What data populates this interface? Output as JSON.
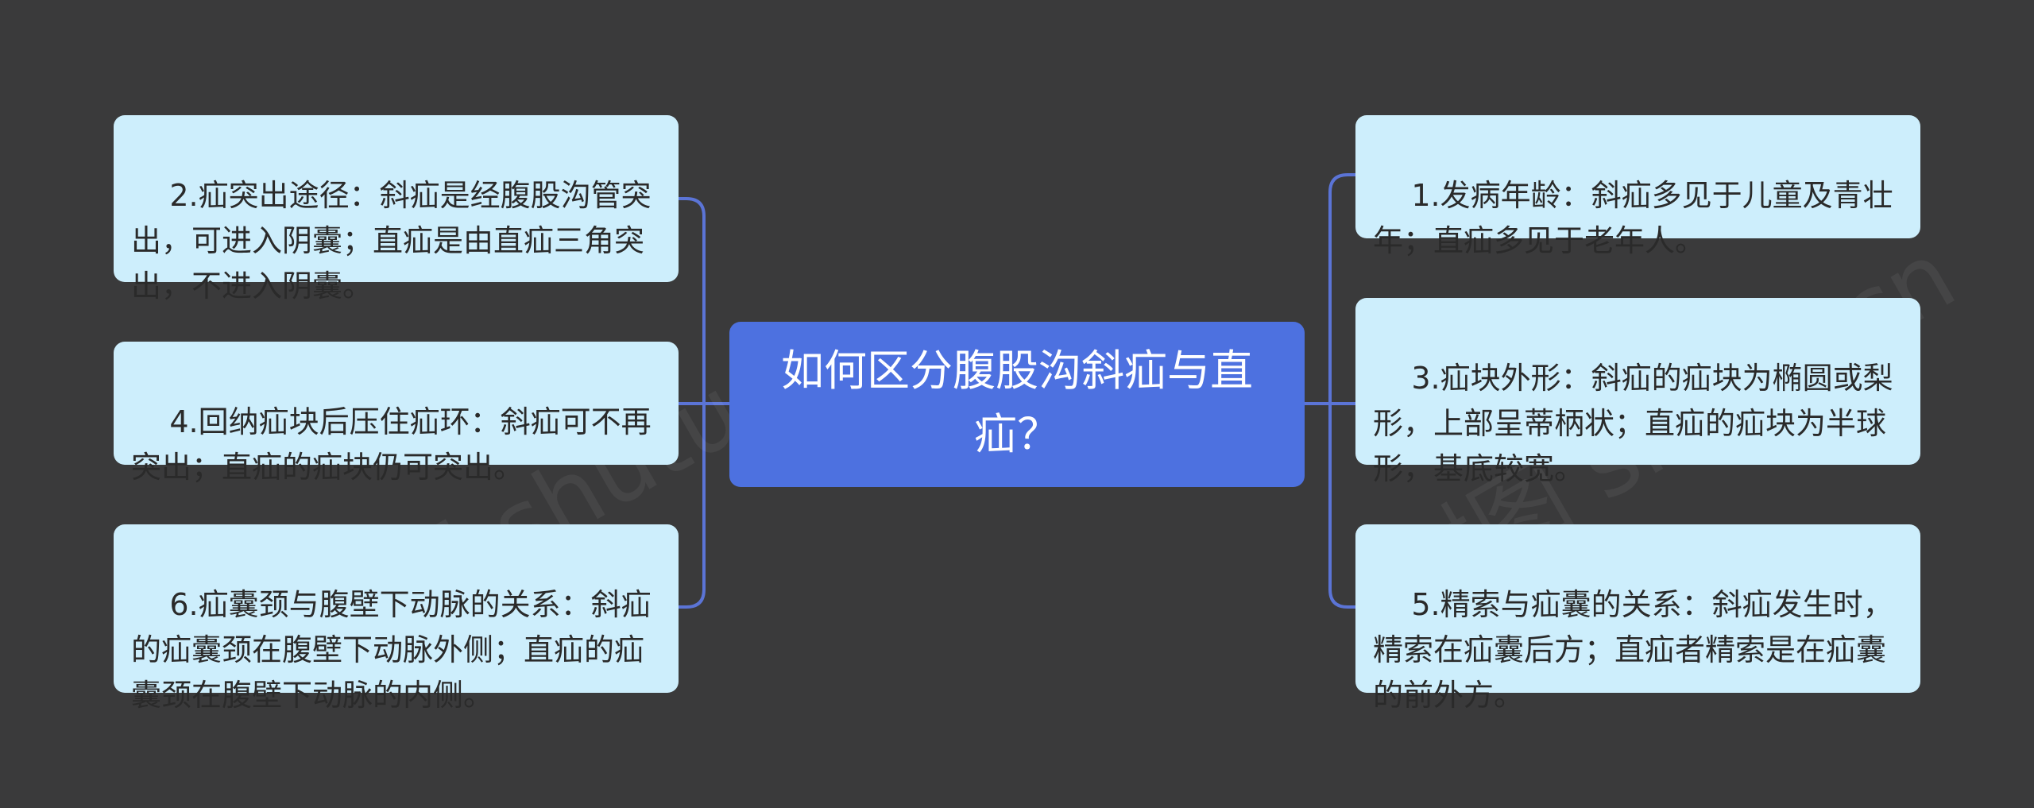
{
  "colors": {
    "background": "#3a3a3b",
    "center_fill": "#4d71e0",
    "leaf_fill": "#cdeefc",
    "connector": "#5b74d6"
  },
  "center": {
    "text": "如何区分腹股沟斜疝与直疝？"
  },
  "left_nodes": [
    {
      "text": "2.疝突出途径：斜疝是经腹股沟管突出，可进入阴囊；直疝是由直疝三角突出，不进入阴囊。"
    },
    {
      "text": "4.回纳疝块后压住疝环：斜疝可不再突出；直疝的疝块仍可突出。"
    },
    {
      "text": "6.疝囊颈与腹壁下动脉的关系：斜疝的疝囊颈在腹壁下动脉外侧；直疝的疝囊颈在腹壁下动脉的内侧。"
    }
  ],
  "right_nodes": [
    {
      "text": "1.发病年龄：斜疝多见于儿童及青壮年；直疝多见于老年人。"
    },
    {
      "text": "3.疝块外形：斜疝的疝块为椭圆或梨形，上部呈蒂柄状；直疝的疝块为半球形，基底较宽。"
    },
    {
      "text": "5.精索与疝囊的关系：斜疝发生时，精索在疝囊后方；直疝者精索是在疝囊的前外方。"
    }
  ],
  "watermark": {
    "text": "树图 shutu.cn"
  }
}
